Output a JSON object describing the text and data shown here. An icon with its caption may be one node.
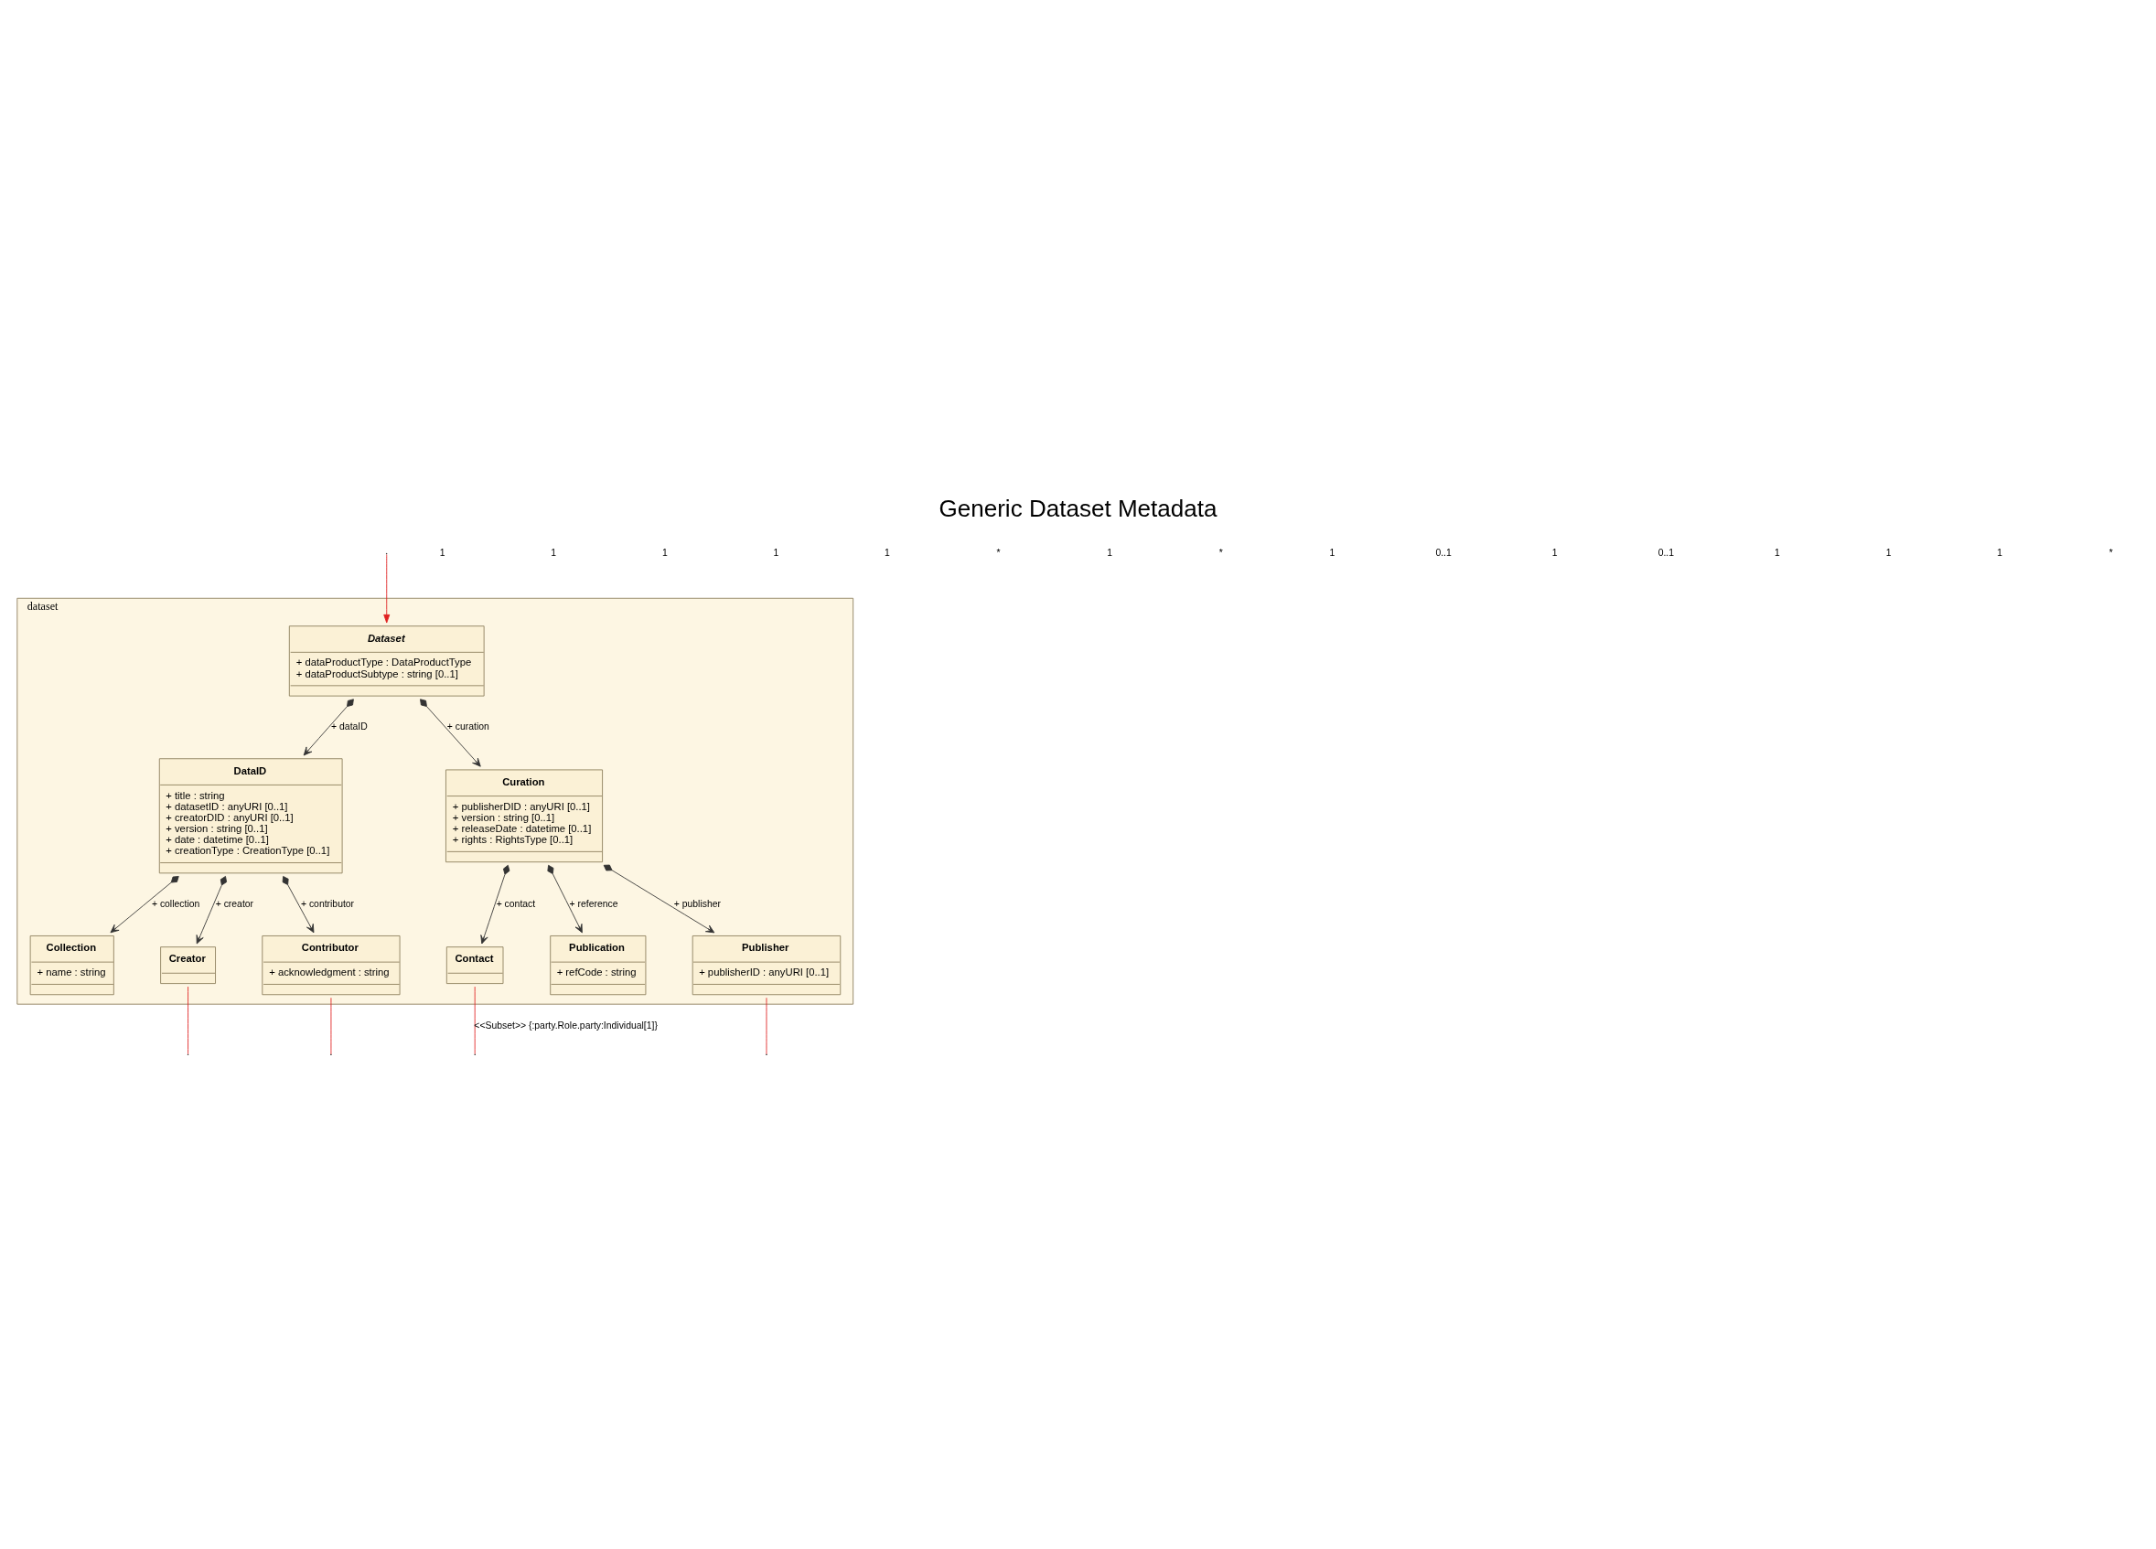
{
  "diagram": {
    "title": "Generic Dataset Metadata",
    "nodes": [
      {
        "text": [
          "dataset"
        ]
      },
      {
        "text": [
          "Dataset",
          "+ dataProductType : DataProductType",
          "+ dataProductSubtype : string [0..1]"
        ],
        "in": 0
      },
      {
        "text": [
          "DataID",
          "+ title : string",
          "+ datasetID : anyURI [0..1]",
          "+ creatorDID : anyURI [0..1]",
          "+ version : string [0..1]",
          "+ date : datetime [0..1]",
          "+ creationType : CreationType [0..1]"
        ],
        "in": 0
      },
      {
        "text": [
          "Curation",
          "+ publisherDID : anyURI [0..1]",
          "+ version : string [0..1]",
          "+ releaseDate : datetime [0..1]",
          "+ rights : RightsType [0..1]"
        ],
        "in": 0
      },
      {
        "text": [
          "Collection",
          "+ name : string"
        ],
        "in": 0
      },
      {
        "text": [
          "Creator"
        ],
        "in": 0
      },
      {
        "text": [
          "Contact"
        ],
        "in": 0
      },
      {
        "text": [
          "Publication",
          "+ refCode : string"
        ],
        "in": 0
      },
      {
        "text": [
          "Contributor",
          "+ acknowledgment : string"
        ],
        "in": 0
      },
      {
        "text": [
          "Publisher",
          "+ publisherID : anyURI [0..1]"
        ],
        "in": 0
      }
    ],
    "edges": [
      {
        "from": 1,
        "to": 2,
        "arrow": "to",
        "label": "+ dataID"
      },
      {
        "from": 1,
        "to": 3,
        "arrow": "to",
        "label": "+ curation"
      },
      {
        "from": 2,
        "to": 4,
        "arrow": "to",
        "label": "+ collection"
      },
      {
        "from": 2,
        "to": 8,
        "arrow": "to",
        "label": "+ contributor"
      },
      {
        "from": 2,
        "to": 5,
        "arrow": "to",
        "label": "+ creator"
      },
      {
        "from": 3,
        "to": 6,
        "arrow": "to",
        "label": "+ contact"
      },
      {
        "from": 3,
        "to": 9,
        "arrow": "to",
        "label": "+ publisher"
      },
      {
        "from": 3,
        "to": 7,
        "arrow": "to",
        "label": "+ reference"
      },
      {
        "from": null,
        "to": 1,
        "arrow": "to",
        "color": "#e02020"
      },
      {
        "from": 8,
        "to": null,
        "arrow": "none",
        "color": "#e02020"
      },
      {
        "from": 5,
        "to": null,
        "arrow": "none",
        "color": "#e02020"
      },
      {
        "from": 6,
        "to": null,
        "arrow": "none",
        "color": "#e02020",
        "label": "<<Subset>> {:party.Role.party:Individual[1]}"
      },
      {
        "from": 9,
        "to": null,
        "arrow": "none",
        "color": "#e02020"
      }
    ],
    "labels": [
      "1",
      "1",
      "1",
      "1",
      "1",
      "*",
      "1",
      "*",
      "1",
      "0..1",
      "1",
      "0..1",
      "1",
      "1",
      "1",
      "*"
    ]
  }
}
